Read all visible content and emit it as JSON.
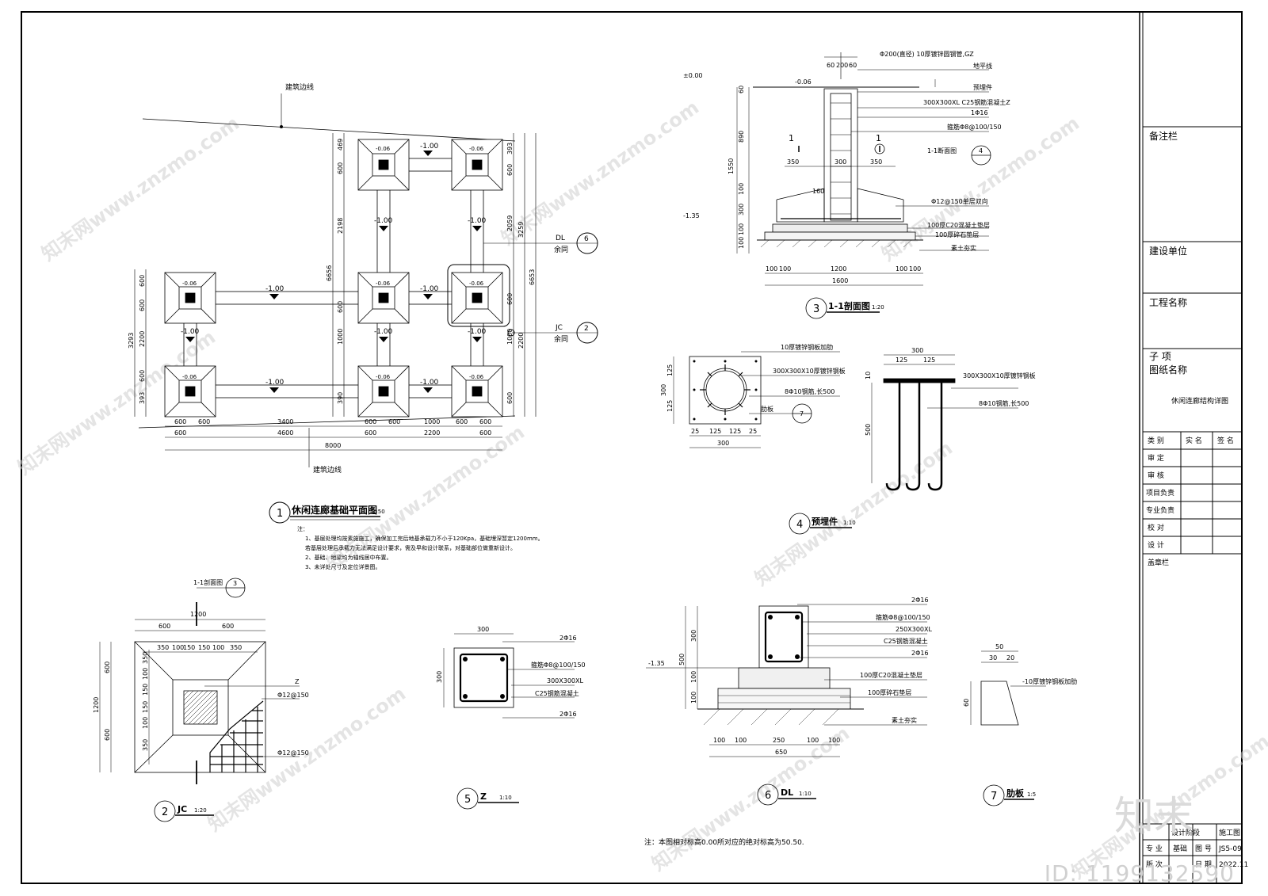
{
  "title_block": {
    "remarks": "备注栏",
    "client": "建设单位",
    "project_name": "工程名称",
    "sub_item": "子  项",
    "drawing_name_label": "图纸名称",
    "drawing_name": "休闲连廊结构详图",
    "sign_headers": [
      "类  别",
      "实  名",
      "签  名"
    ],
    "roles": [
      "审  定",
      "审  核",
      "项目负责",
      "专业负责",
      "校  对",
      "设  计"
    ],
    "seal": "盖章栏",
    "stage_label": "设计阶段",
    "stage_value": "施工图",
    "discipline_label": "专  业",
    "discipline_value": "基础",
    "drawing_no_label": "图  号",
    "drawing_no": "JS5-09",
    "version_label": "版  次",
    "date_label": "日  期",
    "date_value": "2022.11"
  },
  "views": {
    "v1": {
      "num": "1",
      "title": "休闲连廊基础平面图",
      "scale": "1:50"
    },
    "v2": {
      "num": "2",
      "title": "JC",
      "scale": "1:20"
    },
    "v3": {
      "num": "3",
      "title": "1-1剖面图",
      "scale": "1:20"
    },
    "v4": {
      "num": "4",
      "title": "预埋件",
      "scale": "1:10"
    },
    "v5": {
      "num": "5",
      "title": "Z",
      "scale": "1:10"
    },
    "v6": {
      "num": "6",
      "title": "DL",
      "scale": "1:10"
    },
    "v7": {
      "num": "7",
      "title": "肋板",
      "scale": "1:5"
    }
  },
  "plan": {
    "boundary_top": "建筑边线",
    "boundary_bottom": "建筑边线",
    "level_tie": "-1.00",
    "level_pier": "-0.06",
    "dims_bottom_1": [
      "600",
      "600",
      "3400",
      "600",
      "600",
      "1000",
      "600",
      "600"
    ],
    "dims_bottom_2": [
      "600",
      "4600",
      "600",
      "2200",
      "600"
    ],
    "dims_bottom_total": "8000",
    "dims_left_a": [
      "600",
      "600",
      "2200",
      "600",
      "393"
    ],
    "dims_left_total": "3293",
    "dims_mid_a": [
      "469",
      "600",
      "2198",
      "600",
      "1000",
      "390"
    ],
    "dims_mid_total": "6656",
    "dims_right_a": [
      "393",
      "600",
      "2059",
      "600",
      "1000",
      "600"
    ],
    "dims_right_b": [
      "3259",
      "2200"
    ],
    "dims_right_total": "6653",
    "callout_dl_label": "DL",
    "callout_dl_num": "6",
    "callout_dl_note": "余同",
    "callout_jc_label": "JC",
    "callout_jc_num": "2",
    "callout_jc_note": "余同"
  },
  "notes": {
    "header": "注：",
    "lines": [
      "1、基层处理均按素施施工，确保加工完后地基承载力不小于120Kpa，基础埋深暂定1200mm。",
      "若基层处理后承载力无法满足设计要求，需及早和设计联系，对基础部位做重新设计。",
      "2、基础、地梁均为轴线居中布置。",
      "3、未详处尺寸及定位详景图。"
    ]
  },
  "section11": {
    "top_note": "Φ200(直径) 10厚镀锌圆钢管,GZ",
    "dim_top": [
      "60",
      "200",
      "60"
    ],
    "ground_line": "地平线",
    "embedded": "预埋件",
    "column": "300X300XL C25钢筋混凝土Z",
    "bar_top": "1Φ16",
    "stirrup": "箍筋Φ8@100/150",
    "section_mark_text": "1-1断面图",
    "section_mark_num": "4",
    "mesh": "Φ12@150单层双向",
    "cushion": "100厚C20混凝土垫层",
    "gravel": "100厚碎石垫层",
    "soil": "素土夯实",
    "lvl_0": "±0.00",
    "lvl_006": "-0.06",
    "lvl_135": "-1.35",
    "dims_left": [
      "60",
      "890",
      "100",
      "300",
      "100",
      "100"
    ],
    "dim_left_total": "1550",
    "dims_mid": [
      "350",
      "300",
      "350"
    ],
    "dim_160": "160",
    "dims_bottom": [
      "100",
      "100",
      "1200",
      "100",
      "100"
    ],
    "dim_bottom_total": "1600",
    "cut_mark": "1"
  },
  "embed": {
    "rib": "10厚镀锌钢板加肋",
    "plate": "300X300X10厚镀锌钢板",
    "bars": "8Φ10钢筋,长500",
    "rib_ref": "肋板",
    "rib_num": "7",
    "dims": [
      "125",
      "125"
    ],
    "dim_total": "300",
    "dim_bottom": [
      "25",
      "125",
      "125",
      "25"
    ],
    "side_plate": "300X300X10厚镀锌钢板",
    "side_bars": "8Φ10钢筋,长500",
    "side_dims": [
      "125",
      "125"
    ],
    "side_total": "300",
    "side_h": "500",
    "side_t": "10"
  },
  "jc": {
    "section_ref_text": "1-1剖面图",
    "section_ref_num": "3",
    "dim_total": "1200",
    "dims_top": [
      "600",
      "600"
    ],
    "dims_inner": [
      "350",
      "100",
      "150",
      "150",
      "100",
      "350"
    ],
    "dims_left": [
      "600",
      "600"
    ],
    "dims_left_inner": [
      "350",
      "100",
      "150",
      "150",
      "100",
      "350"
    ],
    "col_label": "Z",
    "mesh_1": "Φ12@150",
    "mesh_2": "Φ12@150"
  },
  "z": {
    "dim_top": "300",
    "dim_left": "300",
    "bar_top": "2Φ16",
    "stirrup": "箍筋Φ8@100/150",
    "section": "300X300XL",
    "concrete": "C25钢筋混凝土",
    "bar_bottom": "2Φ16"
  },
  "dl": {
    "bar_top": "2Φ16",
    "stirrup": "箍筋Φ8@100/150",
    "section": "250X300XL",
    "concrete": "C25钢筋混凝土",
    "bar_bottom": "2Φ16",
    "cushion": "100厚C20混凝土垫层",
    "gravel": "100厚碎石垫层",
    "soil": "素土夯实",
    "lvl": "-1.35",
    "dims_left": [
      "300",
      "100",
      "100"
    ],
    "dim_left_total": "500",
    "dims_bottom": [
      "100",
      "100",
      "250",
      "100",
      "100"
    ],
    "dim_bottom_total": "650"
  },
  "rib": {
    "dim_top": "50",
    "dims_top2": [
      "30",
      "20"
    ],
    "label": "-10厚镀锌钢板加肋",
    "dim_h": "60"
  },
  "footnote": "注：本图相对标高0.00所对应的绝对标高为50.50.",
  "watermark": {
    "text": "知末网www.znzmo.com",
    "brand": "知末",
    "id": "ID: 1199132590"
  }
}
